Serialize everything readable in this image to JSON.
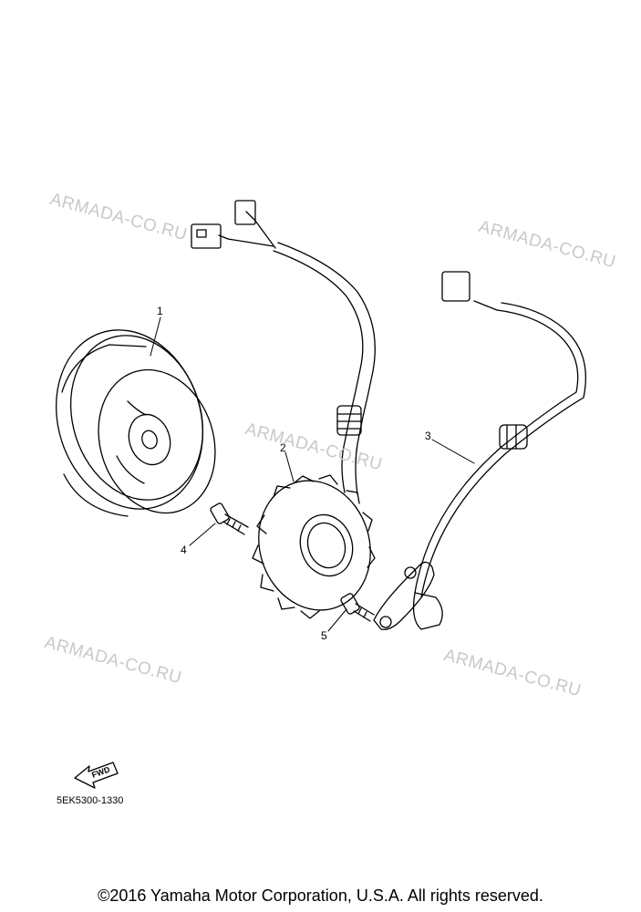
{
  "watermarks": [
    "ARMADA-CO.RU",
    "ARMADA-CO.RU",
    "ARMADA-CO.RU",
    "ARMADA-CO.RU",
    "ARMADA-CO.RU"
  ],
  "callouts": [
    "1",
    "2",
    "3",
    "4",
    "5"
  ],
  "fwd_label": "FWD",
  "part_code": "5EK5300-1330",
  "copyright": "©2016 Yamaha Motor Corporation, U.S.A. All rights reserved."
}
